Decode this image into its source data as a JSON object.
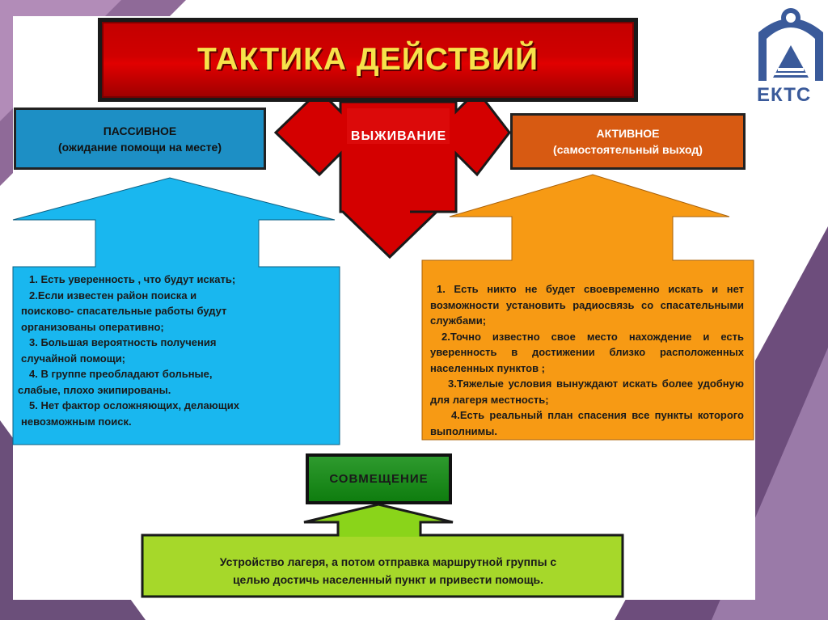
{
  "title": "ТАКТИКА ДЕЙСТВИЙ",
  "center": {
    "label": "ВЫЖИВАНИЕ"
  },
  "passive": {
    "title": "ПАССИВНОЕ",
    "subtitle": "(ожидание помощи на месте)",
    "items": [
      "1. Есть уверенность , что будут искать;",
      "2.Если известен район поиска и",
      "поисково- спасательные работы будут",
      "организованы оперативно;",
      "3. Большая вероятность получения",
      "случайной помощи;",
      "4. В группе преобладают больные,",
      "слабые, плохо экипированы.",
      "5. Нет фактор осложняющих, делающих",
      "невозможным поиск."
    ]
  },
  "active": {
    "title": "АКТИВНОЕ",
    "subtitle": "(самостоятельный выход)",
    "items": [
      "1. Есть никто не будет своевременно искать и нет возможности установить радиосвязь со спасательными службами;",
      "2.Точно известно свое место нахождение и есть уверенность в достижении близко расположенных населенных пунктов ;",
      "3.Тяжелые условия вынуждают искать более удобную для лагеря местность;",
      "4.Есть реальный план спасения все пункты которого выполнимы."
    ]
  },
  "combination": {
    "title": "СОВМЕЩЕНИЕ",
    "text_line1": "Устройство лагеря, а потом отправка маршрутной группы с",
    "text_line2": "целью достичь населенный пункт и привести помощь."
  },
  "logo": {
    "text": "ЕКТС"
  },
  "colors": {
    "title_red": "#d00000",
    "title_text": "#f6e24a",
    "passive_blue": "#1d8fc5",
    "light_blue": "#1ab8ee",
    "orange": "#f79a14",
    "active_orange": "#d75a12",
    "green_dark": "#1a8a1a",
    "green_light": "#8ad41a",
    "purple_bg": "#7a5a86"
  }
}
